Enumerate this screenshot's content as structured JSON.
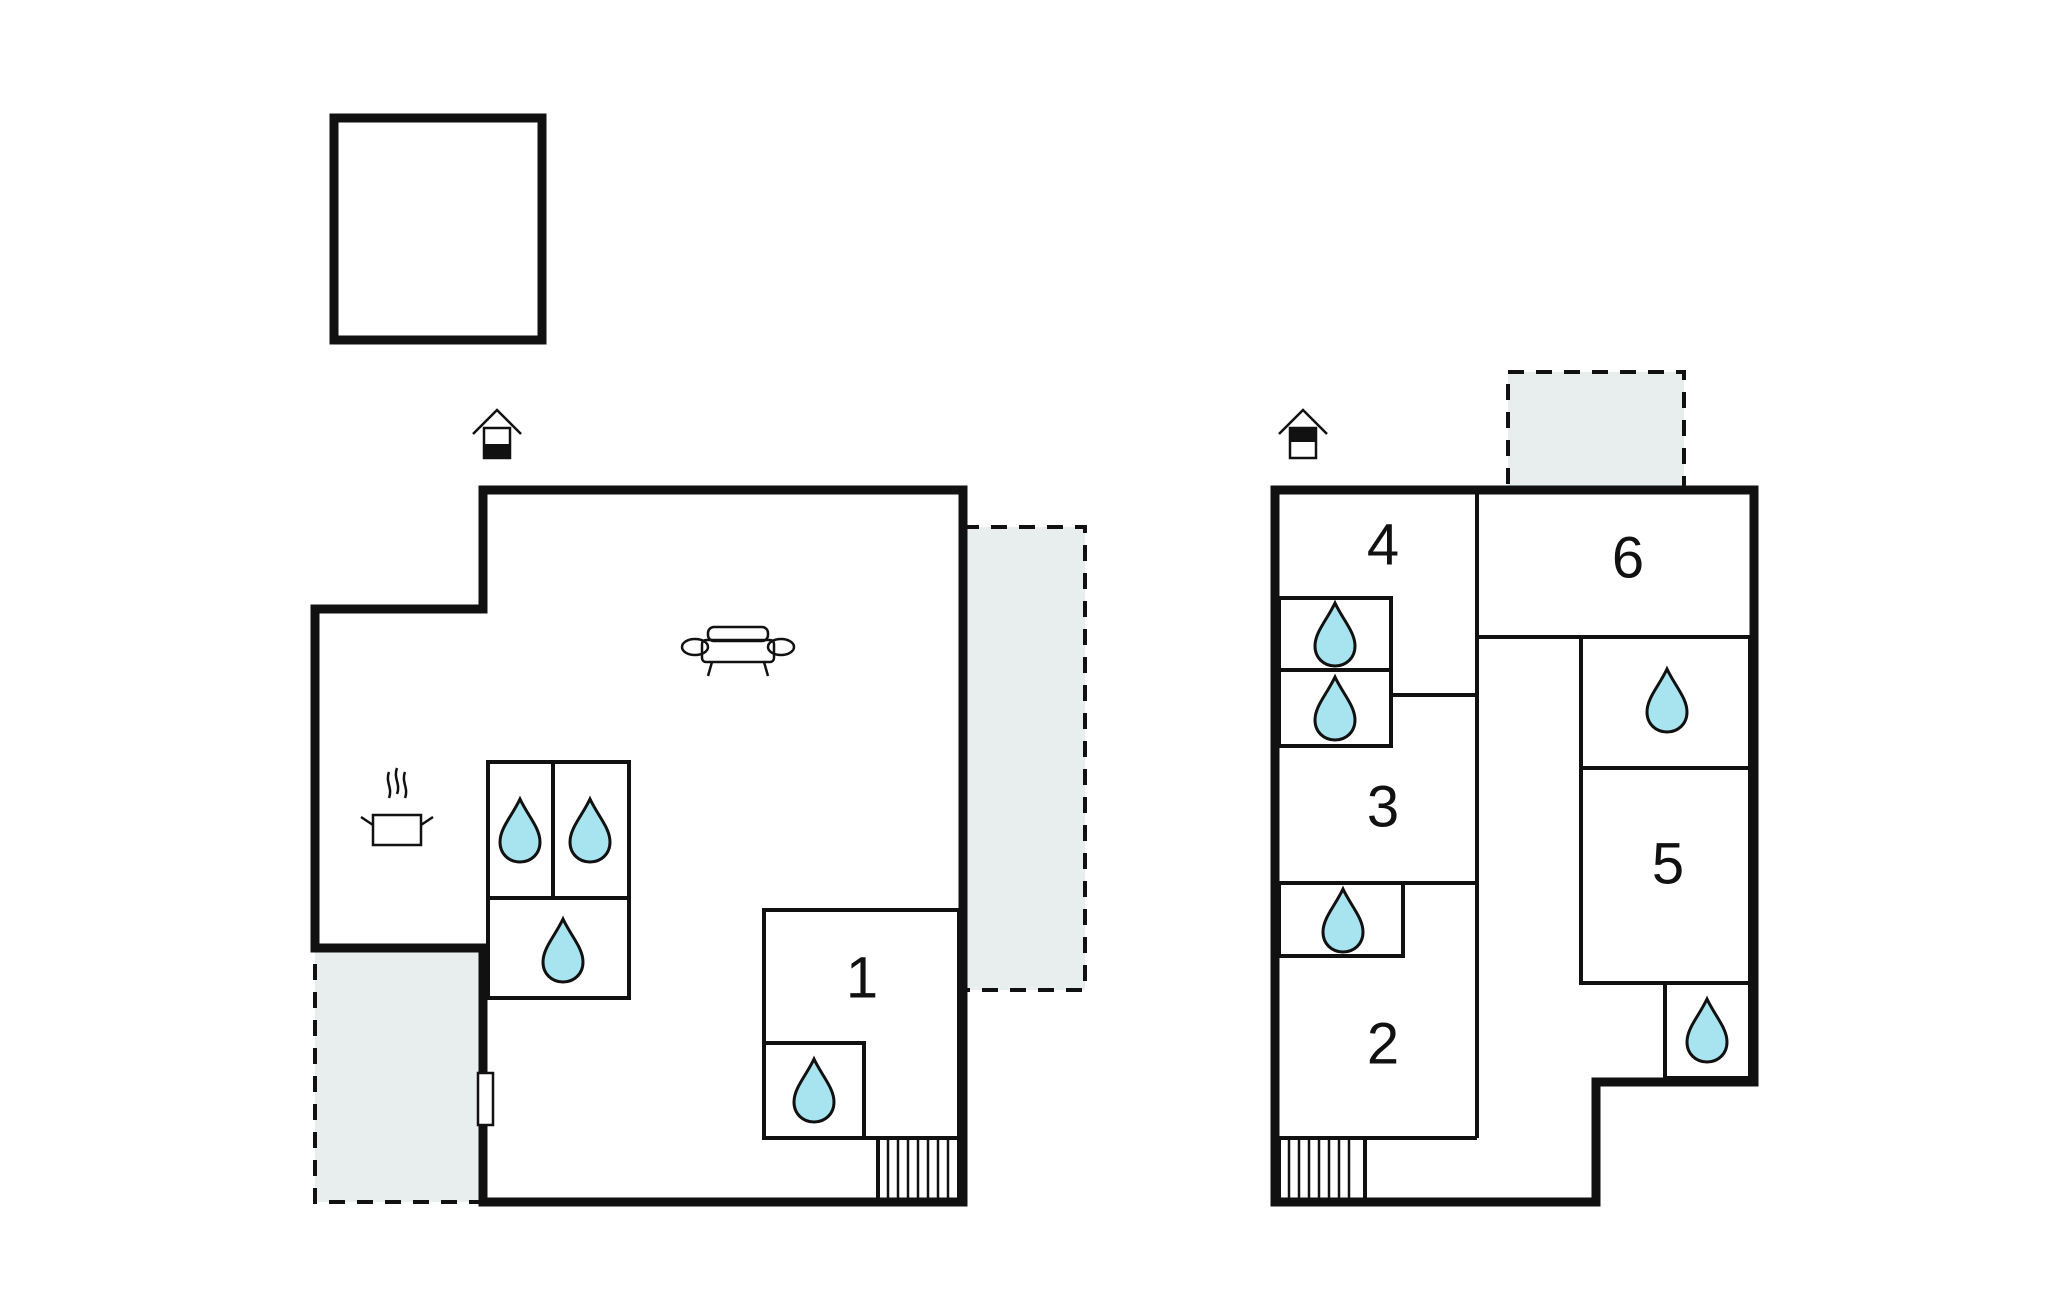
{
  "colors": {
    "wall": "#111111",
    "terrace_fill": "#e8eeee",
    "water_fill": "#a8e4ef",
    "background": "#ffffff"
  },
  "room_labels": {
    "room1": "1",
    "room2": "2",
    "room3": "3",
    "room4": "4",
    "room5": "5",
    "room6": "6"
  },
  "icons": {
    "entrance": "house-entrance-icon",
    "living": "sofa-icon",
    "kitchen": "cooking-pot-icon",
    "bathroom": "water-drop-icon",
    "stairs": "stairs-icon"
  }
}
